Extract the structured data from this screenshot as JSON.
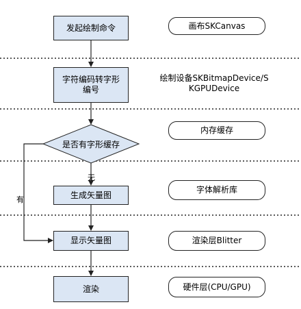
{
  "flow": {
    "step1": "发起绘制命令",
    "step2": "字符编码转字形编号",
    "decision": "是否有字形缓存",
    "step3": "生成矢量图",
    "step4": "显示矢量图",
    "step5": "渲染",
    "edge_no": "无",
    "edge_yes": "有"
  },
  "layers": {
    "layer1": "画布SKCanvas",
    "layer2": "绘制设备SKBitmapDevice/SKGPUDevice",
    "layer3": "内存缓存",
    "layer4": "字体解析库",
    "layer5": "渲染层Blitter",
    "layer6": "硬件层(CPU/GPU)"
  },
  "colors": {
    "box_fill": "#dbe6f4",
    "border": "#222222",
    "background": "#ffffff"
  }
}
